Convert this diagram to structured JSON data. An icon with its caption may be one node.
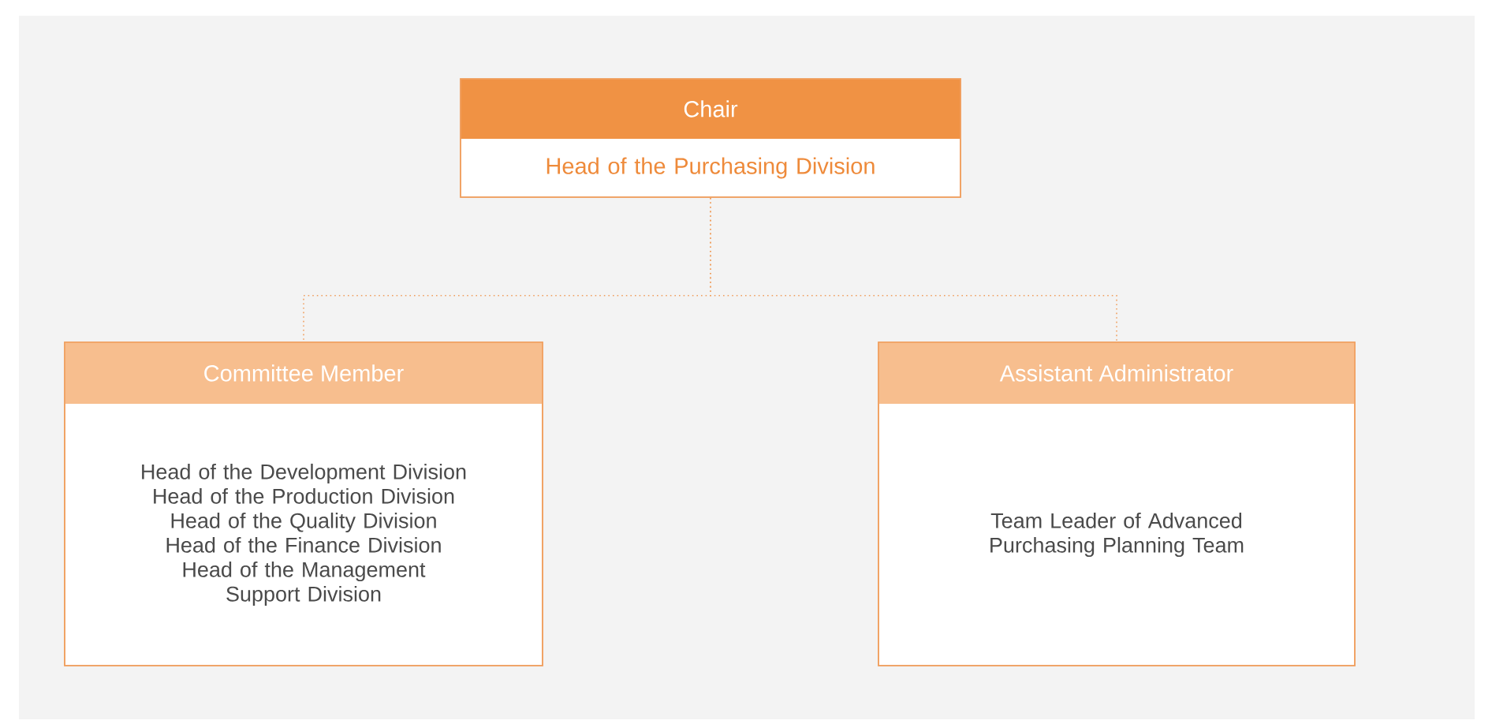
{
  "diagram": {
    "nodes": [
      {
        "text": [
          "Chair",
          "Head of the Purchasing Division"
        ]
      },
      {
        "text": [
          "Committee Member",
          "Head of the Development Division",
          "Head of the Production Division",
          "Head of the Quality Division",
          "Head of the Finance Division",
          "Head of the Management Support Division"
        ]
      },
      {
        "text": [
          "Assistant Administrator",
          "Team Leader of Advanced Purchasing Planning Team"
        ]
      }
    ],
    "edges": [
      {
        "from": 0,
        "to": 1,
        "arrow": "none",
        "style": "dashed"
      },
      {
        "from": 0,
        "to": 2,
        "arrow": "none",
        "style": "dashed"
      }
    ]
  }
}
